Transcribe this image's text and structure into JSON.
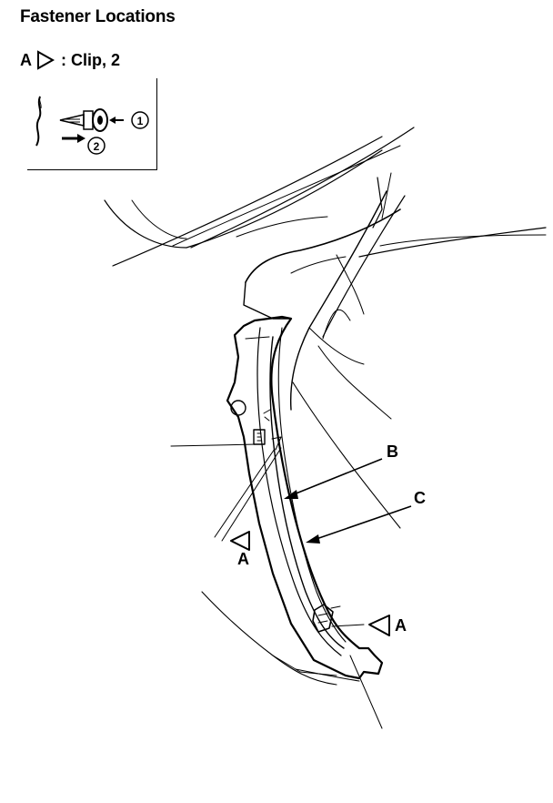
{
  "header": {
    "title": "Fastener Locations"
  },
  "legend": {
    "letter": "A",
    "text": ": Clip, 2"
  },
  "inset": {
    "step1": "①",
    "step2": "②"
  },
  "callouts": {
    "a1": "A",
    "a2": "A",
    "b": "B",
    "c": "C"
  }
}
